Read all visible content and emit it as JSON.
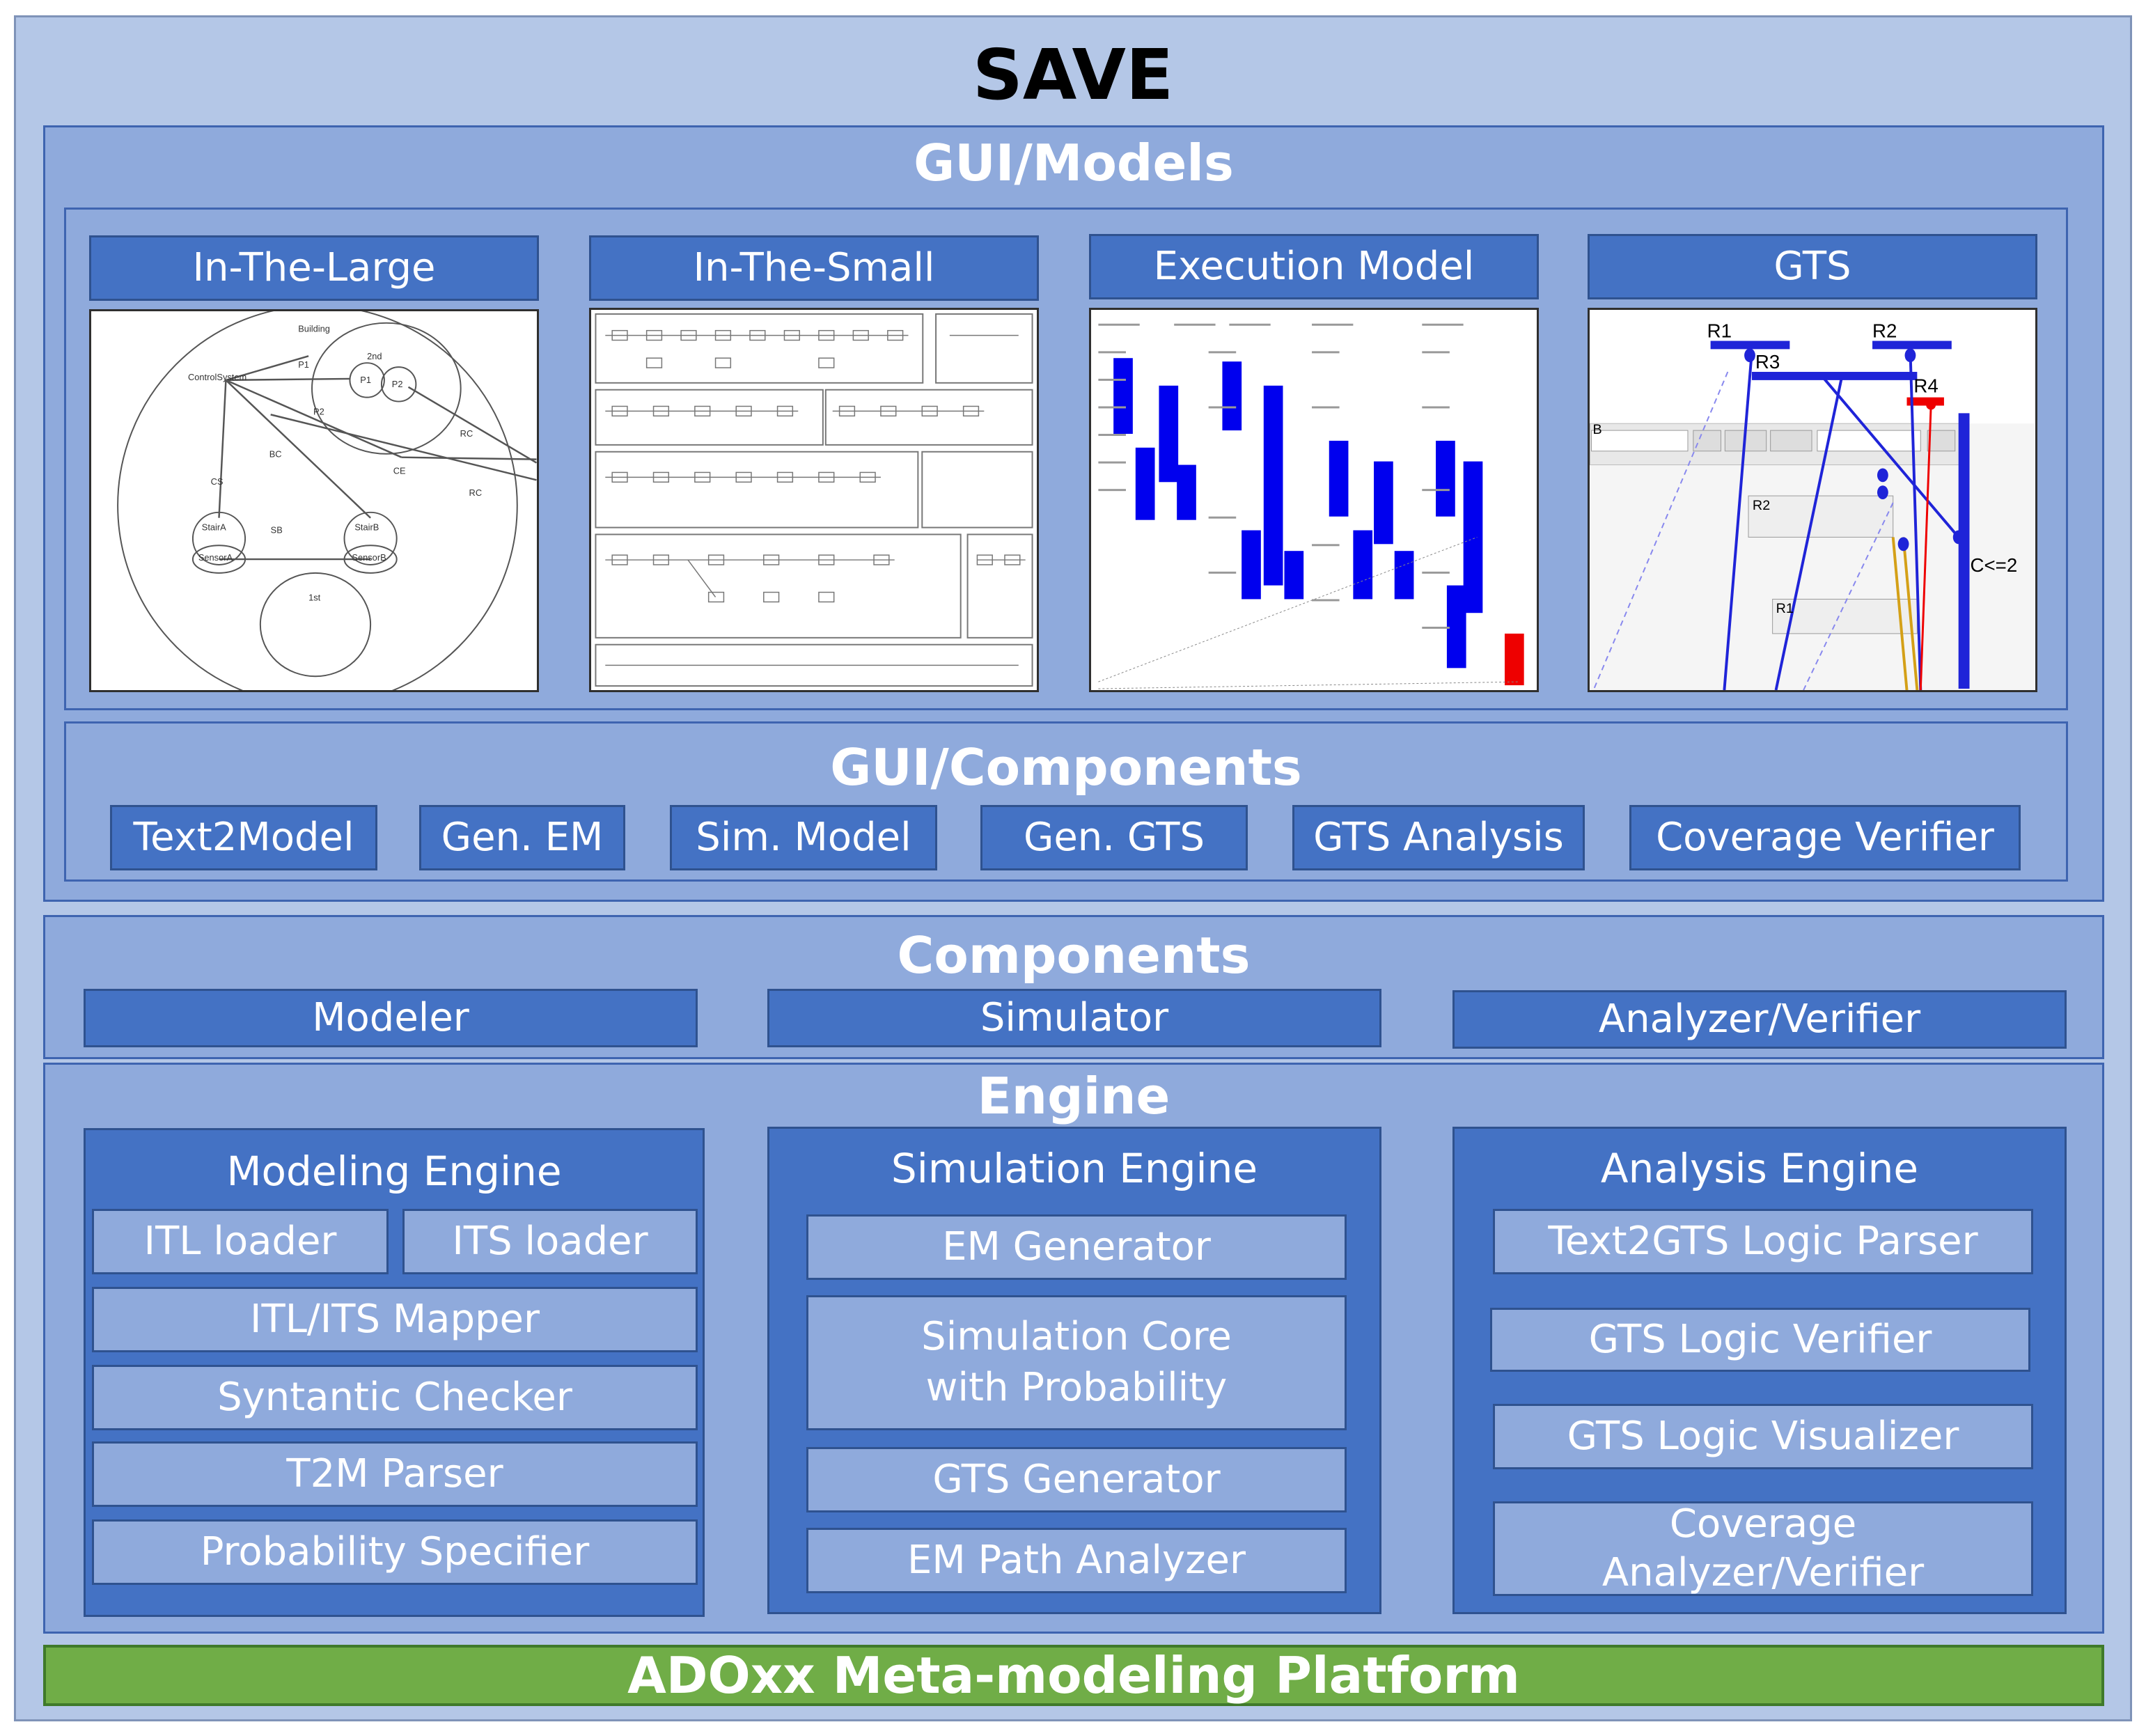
{
  "title": "SAVE",
  "gui_models": {
    "title": "GUI/Models",
    "models": [
      {
        "label": "In-The-Large"
      },
      {
        "label": "In-The-Small"
      },
      {
        "label": "Execution Model"
      },
      {
        "label": "GTS"
      }
    ],
    "itl_diagram": {
      "labels": [
        "Building",
        "ControlSystem",
        "P1",
        "2nd",
        "P1",
        "P2",
        "P2",
        "RC",
        "BC",
        "CE",
        "CS",
        "RC",
        "StairA",
        "SB",
        "StairB",
        "SensorA",
        "SensorB",
        "1st"
      ]
    },
    "gts_diagram": {
      "labels": [
        "R1",
        "R2",
        "R3",
        "R4",
        "B",
        "R2",
        "R1",
        "C<=2"
      ]
    }
  },
  "gui_components": {
    "title": "GUI/Components",
    "items": [
      "Text2Model",
      "Gen. EM",
      "Sim. Model",
      "Gen. GTS",
      "GTS Analysis",
      "Coverage Verifier"
    ]
  },
  "components": {
    "title": "Components",
    "items": [
      "Modeler",
      "Simulator",
      "Analyzer/Verifier"
    ]
  },
  "engine": {
    "title": "Engine",
    "modeling": {
      "title": "Modeling Engine",
      "itl_loader": "ITL loader",
      "its_loader": "ITS loader",
      "items": [
        "ITL/ITS Mapper",
        "Syntantic Checker",
        "T2M Parser",
        "Probability Specifier"
      ]
    },
    "simulation": {
      "title": "Simulation Engine",
      "items": [
        "EM Generator",
        "Simulation Core\nwith Probability",
        "GTS Generator",
        "EM Path Analyzer"
      ]
    },
    "analysis": {
      "title": "Analysis Engine",
      "items": [
        "Text2GTS Logic Parser",
        "GTS Logic Verifier",
        "GTS Logic Visualizer",
        "Coverage\nAnalyzer/Verifier"
      ]
    }
  },
  "platform": {
    "label": "ADOxx Meta-modeling Platform"
  },
  "colors": {
    "outer_bg": "#b4c7e7",
    "panel_bg": "#8faadc",
    "box_dark": "#4472c4",
    "platform_green": "#70ad47"
  }
}
